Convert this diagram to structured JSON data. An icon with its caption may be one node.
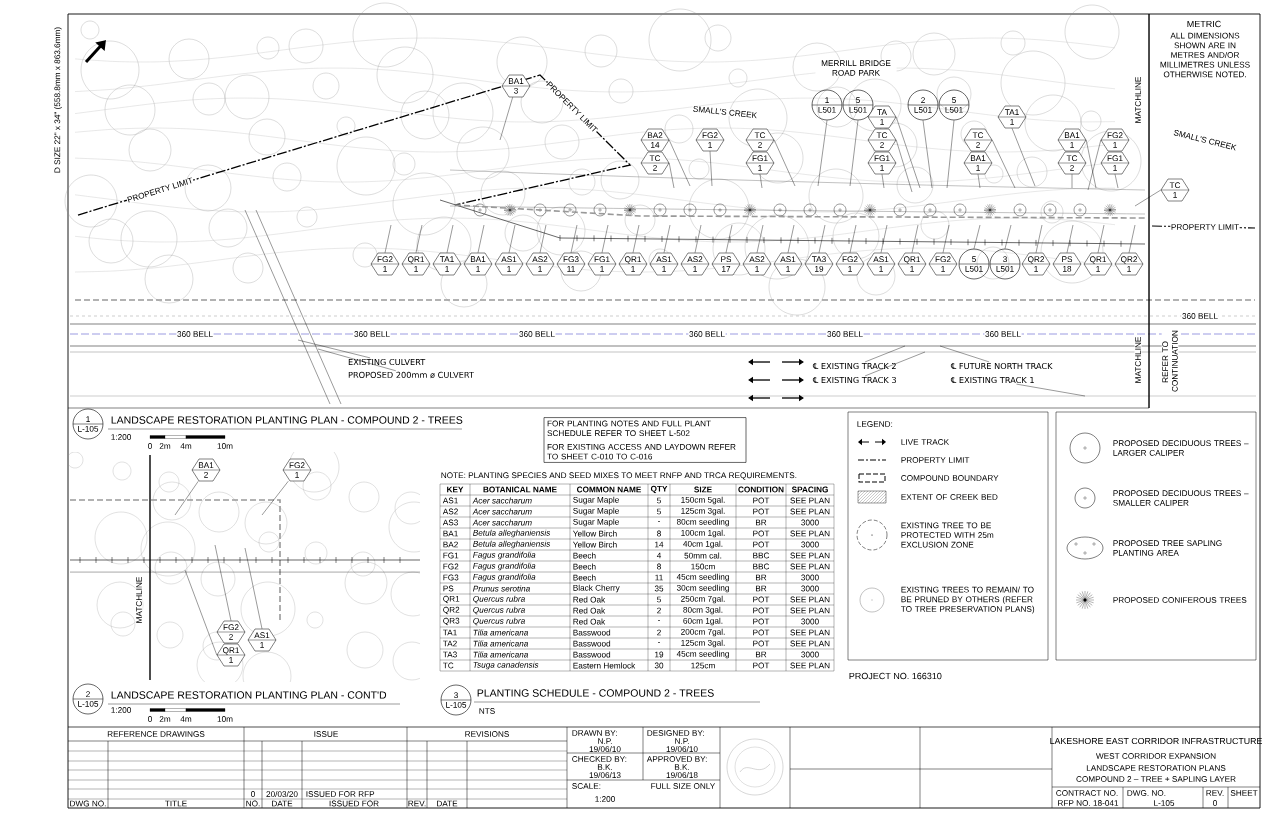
{
  "diagram": {
    "nodes": [
      {
        "text": [
          "FOR PLANTING NOTES AND FULL PLANT SCHEDULE REFER TO SHEET L-502",
          "FOR EXISTING ACCESS AND LAYDOWN REFER TO SHEET C-010 TO C-016"
        ]
      },
      {
        "text": [
          "1",
          "L-105"
        ]
      },
      {
        "text": [
          "2",
          "L-105"
        ]
      },
      {
        "text": [
          "3",
          "L-105"
        ]
      },
      {
        "text": [
          "EXISTING CULVERT"
        ]
      },
      {
        "text": [
          "PROPOSED 200mm ø CULVERT"
        ]
      },
      {
        "text": [
          "℄ EXISTING TRACK 2"
        ]
      },
      {
        "text": [
          "℄ EXISTING TRACK 3"
        ]
      },
      {
        "text": [
          "℄ FUTURE NORTH TRACK"
        ]
      },
      {
        "text": [
          "℄ EXISTING TRACK 1"
        ]
      },
      {
        "text": [
          "BA1",
          "3"
        ]
      },
      {
        "text": [
          "BA1",
          "2"
        ]
      },
      {
        "text": [
          "FG2",
          "1"
        ]
      },
      {
        "text": [
          "BA2",
          "14"
        ]
      },
      {
        "text": [
          "TC",
          "2"
        ]
      },
      {
        "text": [
          "FG2",
          "1"
        ]
      },
      {
        "text": [
          "TC",
          "2"
        ]
      },
      {
        "text": [
          "FG1",
          "1"
        ]
      },
      {
        "text": [
          "1",
          "L501"
        ]
      },
      {
        "text": [
          "5",
          "L501"
        ]
      },
      {
        "text": [
          "TA",
          "1"
        ]
      },
      {
        "text": [
          "TC",
          "2"
        ]
      },
      {
        "text": [
          "FG1",
          "1"
        ]
      },
      {
        "text": [
          "2",
          "L501"
        ]
      },
      {
        "text": [
          "5",
          "L501"
        ]
      },
      {
        "text": [
          "TC",
          "2"
        ]
      },
      {
        "text": [
          "BA1",
          "1"
        ]
      },
      {
        "text": [
          "TA1",
          "1"
        ]
      },
      {
        "text": [
          "BA1",
          "1"
        ]
      },
      {
        "text": [
          "TC",
          "2"
        ]
      },
      {
        "text": [
          "FG2",
          "1"
        ]
      },
      {
        "text": [
          "FG1",
          "1"
        ]
      },
      {
        "text": [
          "TC",
          "1"
        ]
      },
      {
        "text": [
          "FG2",
          "1"
        ]
      },
      {
        "text": [
          "QR1",
          "1"
        ]
      },
      {
        "text": [
          "TA1",
          "1"
        ]
      },
      {
        "text": [
          "BA1",
          "1"
        ]
      },
      {
        "text": [
          "AS1",
          "1"
        ]
      },
      {
        "text": [
          "AS2",
          "1"
        ]
      },
      {
        "text": [
          "FG3",
          "11"
        ]
      },
      {
        "text": [
          "FG1",
          "1"
        ]
      },
      {
        "text": [
          "QR1",
          "1"
        ]
      },
      {
        "text": [
          "AS1",
          "1"
        ]
      },
      {
        "text": [
          "AS2",
          "1"
        ]
      },
      {
        "text": [
          "PS",
          "17"
        ]
      },
      {
        "text": [
          "AS2",
          "1"
        ]
      },
      {
        "text": [
          "AS1",
          "1"
        ]
      },
      {
        "text": [
          "TA3",
          "19"
        ]
      },
      {
        "text": [
          "FG2",
          "1"
        ]
      },
      {
        "text": [
          "AS1",
          "1"
        ]
      },
      {
        "text": [
          "QR1",
          "1"
        ]
      },
      {
        "text": [
          "FG2",
          "1"
        ]
      },
      {
        "text": [
          "5",
          "L501"
        ]
      },
      {
        "text": [
          "3",
          "L501"
        ]
      },
      {
        "text": [
          "QR2",
          "1"
        ]
      },
      {
        "text": [
          "PS",
          "18"
        ]
      },
      {
        "text": [
          "QR1",
          "1"
        ]
      },
      {
        "text": [
          "QR2",
          "1"
        ]
      },
      {
        "text": [
          "FG2",
          "2"
        ]
      },
      {
        "text": [
          "QR1",
          "1"
        ]
      },
      {
        "text": [
          "AS1",
          "1"
        ]
      }
    ],
    "edges": [
      {
        "from": 4,
        "to": null,
        "arrow": "none"
      },
      {
        "from": 5,
        "to": null,
        "arrow": "none"
      },
      {
        "from": 6,
        "to": null,
        "arrow": "none"
      },
      {
        "from": 7,
        "to": null,
        "arrow": "none"
      },
      {
        "from": 8,
        "to": null,
        "arrow": "none"
      },
      {
        "from": 9,
        "to": null,
        "arrow": "none"
      },
      {
        "from": 10,
        "to": null,
        "arrow": "none"
      },
      {
        "from": 11,
        "to": null,
        "arrow": "none"
      },
      {
        "from": 12,
        "to": null,
        "arrow": "none"
      },
      {
        "from": 13,
        "to": null,
        "arrow": "none"
      },
      {
        "from": 14,
        "to": null,
        "arrow": "none"
      },
      {
        "from": 15,
        "to": null,
        "arrow": "none"
      },
      {
        "from": 16,
        "to": null,
        "arrow": "none"
      },
      {
        "from": 17,
        "to": null,
        "arrow": "none"
      },
      {
        "from": 18,
        "to": null,
        "arrow": "none"
      },
      {
        "from": 19,
        "to": null,
        "arrow": "none"
      },
      {
        "from": 20,
        "to": null,
        "arrow": "none"
      },
      {
        "from": 21,
        "to": null,
        "arrow": "none"
      },
      {
        "from": 22,
        "to": null,
        "arrow": "none"
      },
      {
        "from": 23,
        "to": null,
        "arrow": "none"
      },
      {
        "from": 24,
        "to": null,
        "arrow": "none"
      },
      {
        "from": 25,
        "to": null,
        "arrow": "none"
      },
      {
        "from": 26,
        "to": null,
        "arrow": "none"
      },
      {
        "from": 27,
        "to": null,
        "arrow": "none"
      },
      {
        "from": 28,
        "to": null,
        "arrow": "none"
      },
      {
        "from": 29,
        "to": null,
        "arrow": "none"
      },
      {
        "from": 30,
        "to": null,
        "arrow": "none"
      },
      {
        "from": 31,
        "to": null,
        "arrow": "none"
      },
      {
        "from": 32,
        "to": null,
        "arrow": "none"
      },
      {
        "from": 33,
        "to": null,
        "arrow": "none"
      },
      {
        "from": 34,
        "to": null,
        "arrow": "none"
      },
      {
        "from": 35,
        "to": null,
        "arrow": "none"
      },
      {
        "from": 36,
        "to": null,
        "arrow": "none"
      },
      {
        "from": 37,
        "to": null,
        "arrow": "none"
      },
      {
        "from": 38,
        "to": null,
        "arrow": "none"
      },
      {
        "from": 39,
        "to": null,
        "arrow": "none"
      },
      {
        "from": 40,
        "to": null,
        "arrow": "none"
      },
      {
        "from": 41,
        "to": null,
        "arrow": "none"
      },
      {
        "from": 42,
        "to": null,
        "arrow": "none"
      },
      {
        "from": 43,
        "to": null,
        "arrow": "none"
      },
      {
        "from": 44,
        "to": null,
        "arrow": "none"
      },
      {
        "from": 45,
        "to": null,
        "arrow": "none"
      },
      {
        "from": 46,
        "to": null,
        "arrow": "none"
      },
      {
        "from": 47,
        "to": null,
        "arrow": "none"
      },
      {
        "from": 48,
        "to": null,
        "arrow": "none"
      },
      {
        "from": 49,
        "to": null,
        "arrow": "none"
      },
      {
        "from": 50,
        "to": null,
        "arrow": "none"
      },
      {
        "from": 51,
        "to": null,
        "arrow": "none"
      },
      {
        "from": 52,
        "to": null,
        "arrow": "none"
      },
      {
        "from": 53,
        "to": null,
        "arrow": "none"
      },
      {
        "from": 54,
        "to": null,
        "arrow": "none"
      },
      {
        "from": 55,
        "to": null,
        "arrow": "none"
      },
      {
        "from": 56,
        "to": null,
        "arrow": "none"
      },
      {
        "from": 57,
        "to": null,
        "arrow": "none"
      },
      {
        "from": 58,
        "to": null,
        "arrow": "none"
      },
      {
        "from": 59,
        "to": null,
        "arrow": "none"
      },
      {
        "from": 60,
        "to": null,
        "arrow": "none"
      }
    ],
    "labels": [
      "D SIZE 22\" x 34\" (558.8mm x 863.6mm)",
      "METRIC",
      "ALL DIMENSIONS SHOWN ARE IN METRES AND/OR MILLIMETRES UNLESS OTHERWISE NOTED.",
      "MERRILL BRIDGE ROAD PARK",
      "SMALL'S CREEK",
      "PROPERTY LIMIT",
      "SMALL'S CREEK",
      "PROPERTY LIMIT",
      "PROPERTY LIMIT",
      "360 BELL",
      "360 BELL",
      "360 BELL",
      "360 BELL",
      "360 BELL",
      "360 BELL",
      "360 BELL",
      "MATCHLINE",
      "MATCHLINE",
      "REFER TO CONTINUATION",
      "LANDSCAPE RESTORATION PLANTING PLAN - COMPOUND 2 - TREES",
      "1:200",
      "0",
      "2m",
      "4m",
      "10m",
      "LANDSCAPE RESTORATION PLANTING PLAN - CONT'D",
      "1:200",
      "0",
      "2m",
      "4m",
      "10m",
      "MATCHLINE",
      "NOTE: PLANTING SPECIES AND SEED MIXES TO MEET RNFP AND TRCA REQUIREMENTS.",
      "PLANTING SCHEDULE - COMPOUND 2 - TREES",
      "NTS",
      "LEGEND:",
      "PROJECT NO. 166310",
      "KEY",
      "BOTANICAL NAME",
      "COMMON NAME",
      "QTY",
      "SIZE",
      "CONDITION",
      "SPACING",
      "AS1",
      "Acer saccharum",
      "Sugar Maple",
      "5",
      "150cm 5gal.",
      "POT",
      "SEE PLAN",
      "AS2",
      "Acer saccharum",
      "Sugar Maple",
      "5",
      "125cm 3gal.",
      "POT",
      "SEE PLAN",
      "AS3",
      "Acer saccharum",
      "Sugar Maple",
      "-",
      "80cm seedling",
      "BR",
      "3000",
      "BA1",
      "Betula alleghaniensis",
      "Yellow Birch",
      "8",
      "100cm 1gal.",
      "POT",
      "SEE PLAN",
      "BA2",
      "Betula alleghaniensis",
      "Yellow Birch",
      "14",
      "40cm 1gal.",
      "POT",
      "3000",
      "FG1",
      "Fagus grandifolia",
      "Beech",
      "4",
      "50mm cal.",
      "BBC",
      "SEE PLAN",
      "FG2",
      "Fagus grandifolia",
      "Beech",
      "8",
      "150cm",
      "BBC",
      "SEE PLAN",
      "FG3",
      "Fagus grandifolia",
      "Beech",
      "11",
      "45cm seedling",
      "BR",
      "3000",
      "PS",
      "Prunus serotina",
      "Black Cherry",
      "35",
      "30cm seedling",
      "BR",
      "3000",
      "QR1",
      "Quercus rubra",
      "Red Oak",
      "5",
      "250cm 7gal.",
      "POT",
      "SEE PLAN",
      "QR2",
      "Quercus rubra",
      "Red Oak",
      "2",
      "80cm 3gal.",
      "POT",
      "SEE PLAN",
      "QR3",
      "Quercus rubra",
      "Red Oak",
      "-",
      "60cm 1gal.",
      "POT",
      "3000",
      "TA1",
      "Tilia americana",
      "Basswood",
      "2",
      "200cm 7gal.",
      "POT",
      "SEE PLAN",
      "TA2",
      "Tilia americana",
      "Basswood",
      "-",
      "125cm 3gal.",
      "POT",
      "SEE PLAN",
      "TA3",
      "Tilia americana",
      "Basswood",
      "19",
      "45cm seedling",
      "BR",
      "3000",
      "TC",
      "Tsuga canadensis",
      "Eastern Hemlock",
      "30",
      "125cm",
      "POT",
      "SEE PLAN",
      "REFERENCE DRAWINGS",
      "ISSUE",
      "REVISIONS",
      "0",
      "20/03/20",
      "ISSUED FOR RFP",
      "DWG NO.",
      "TITLE",
      "NO.",
      "DATE",
      "ISSUED FOR",
      "REV.",
      "DATE",
      "DRAWN BY:",
      "N.P.",
      "19/06/10",
      "DESIGNED BY:",
      "N.P.",
      "19/06/10",
      "CHECKED BY:",
      "B.K.",
      "19/06/13",
      "APPROVED BY:",
      "B.K.",
      "19/06/18",
      "SCALE:",
      "FULL SIZE ONLY",
      "1:200",
      "LAKESHORE EAST CORRIDOR INFRASTRUCTURE",
      "WEST CORRIDOR EXPANSION",
      "LANDSCAPE RESTORATION PLANS",
      "COMPOUND 2 – TREE + SAPLING LAYER",
      "CONTRACT NO.",
      "RFP NO. 18-041",
      "DWG. NO.",
      "L-105",
      "REV.",
      "0",
      "SHEET"
    ],
    "legend": [
      {
        "text": "LIVE TRACK"
      },
      {
        "text": "PROPERTY LIMIT"
      },
      {
        "text": "COMPOUND BOUNDARY"
      },
      {
        "text": "EXTENT OF CREEK BED"
      },
      {
        "text": "EXISTING TREE TO BE PROTECTED WITH 25m EXCLUSION ZONE"
      },
      {
        "text": "EXISTING TREES TO REMAIN/ TO BE PRUNED BY OTHERS (REFER TO TREE PRESERVATION PLANS)"
      },
      {
        "text": "PROPOSED DECIDUOUS TREES – LARGER CALIPER"
      },
      {
        "text": "PROPOSED DECIDUOUS TREES – SMALLER CALIPER"
      },
      {
        "text": "PROPOSED TREE SAPLING PLANTING AREA"
      },
      {
        "text": "PROPOSED CONIFEROUS TREES"
      }
    ]
  }
}
